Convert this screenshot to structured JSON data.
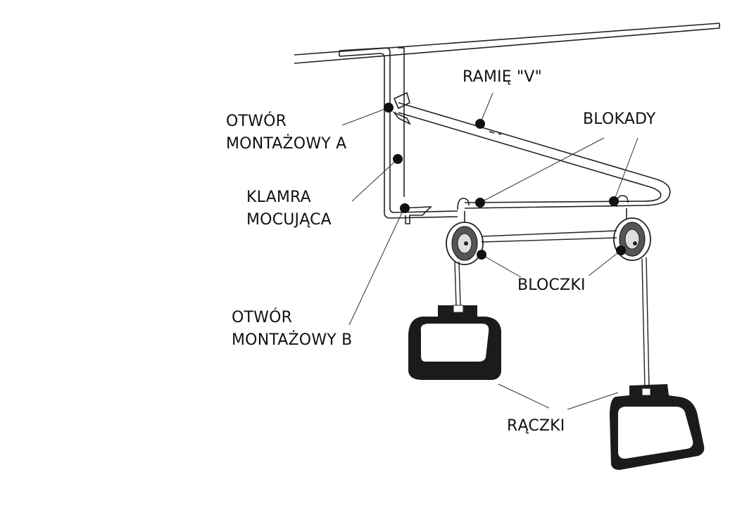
{
  "labels": {
    "ramie_v": "RAMIĘ \"V\"",
    "otwor_a": [
      "OTWÓR",
      "MONTAŻOWY A"
    ],
    "blokady": "BLOKADY",
    "klamra": [
      "KLAMRA",
      "MOCUJĄCA"
    ],
    "bloczki": "BLOCZKI",
    "otwor_b": [
      "OTWÓR",
      "MONTAŻOWY B"
    ],
    "raczki": "RĄCZKI"
  },
  "colors": {
    "ink": "#111111",
    "line": "#222222",
    "background": "#ffffff"
  }
}
